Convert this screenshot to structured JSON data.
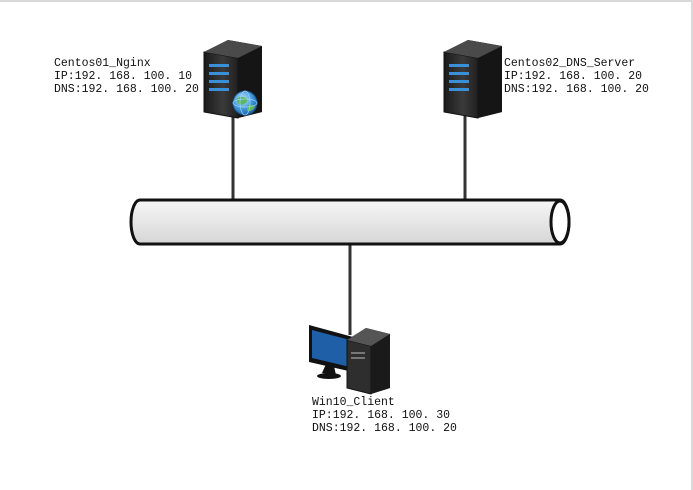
{
  "diagram": {
    "nodes": {
      "server1": {
        "icon": "web-server-icon",
        "name": "Centos01_Nginx",
        "ip": "IP:192. 168. 100. 10",
        "dns": "DNS:192. 168. 100. 20"
      },
      "server2": {
        "icon": "server-icon",
        "name": "Centos02_DNS_Server",
        "ip": "IP:192. 168. 100. 20",
        "dns": "DNS:192. 168. 100. 20"
      },
      "client": {
        "icon": "desktop-computer-icon",
        "name": "Win10_Client",
        "ip": "IP:192. 168. 100. 30",
        "dns": "DNS:192. 168. 100. 20"
      }
    },
    "network": {
      "icon": "network-bus-icon"
    },
    "colors": {
      "server_body": "#2b2b2b",
      "drive_leds": "#3a8fd8",
      "monitor_screen": "#1f5fa8",
      "bus_fill": "#eeeeee",
      "line": "#333333"
    }
  }
}
